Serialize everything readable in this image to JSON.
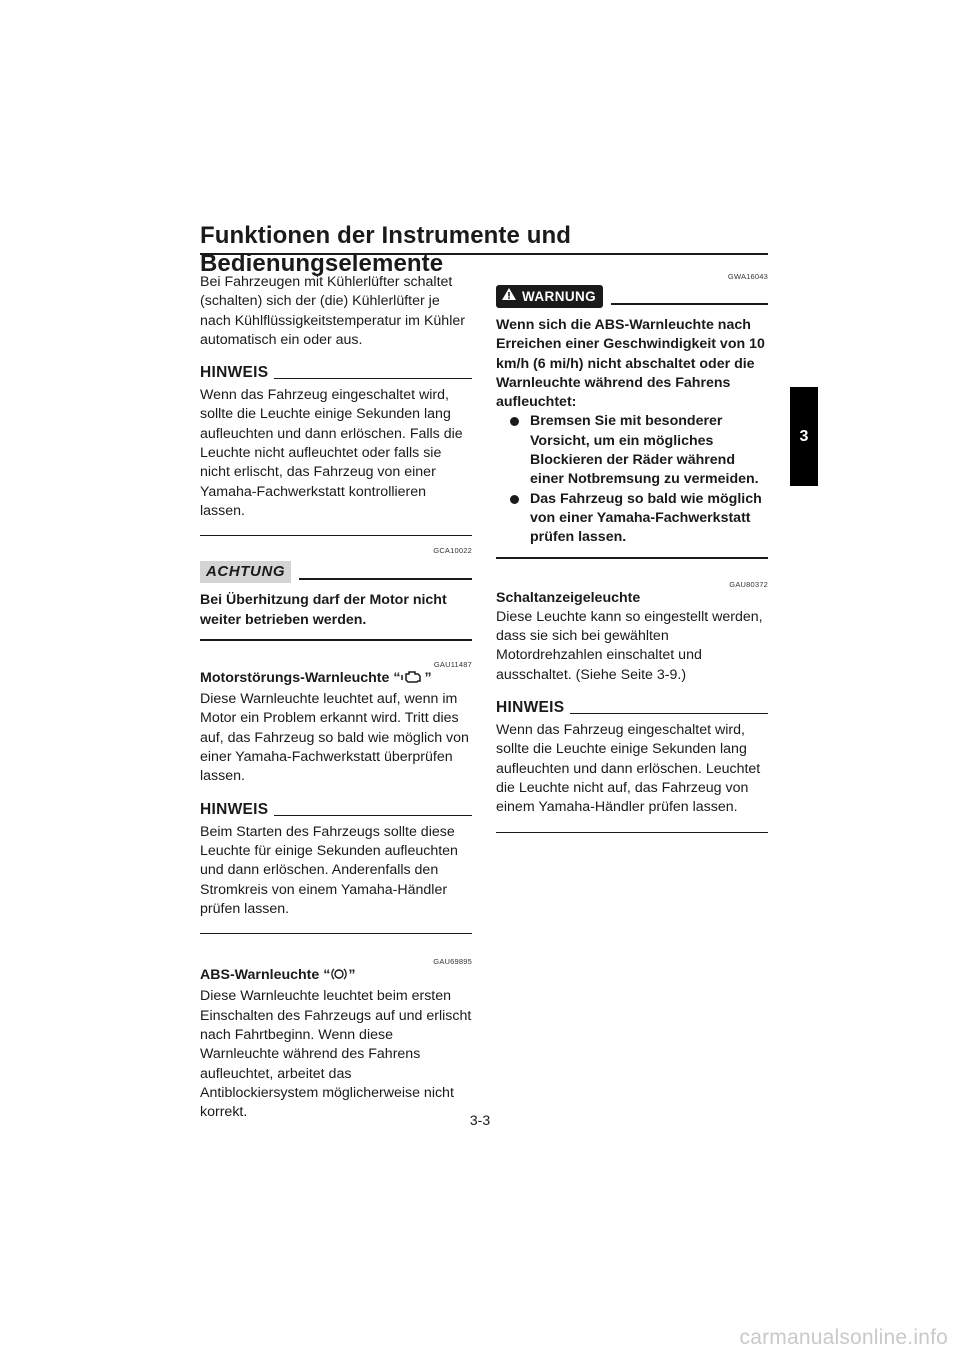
{
  "header": {
    "title": "Funktionen der Instrumente und Bedienungselemente"
  },
  "chapter_tab": "3",
  "left": {
    "intro": "Bei Fahrzeugen mit Kühlerlüfter schaltet (schalten) sich der (die) Kühlerlüfter je nach Kühlflüssigkeitstemperatur im Kühler automatisch ein oder aus.",
    "note1": {
      "label": "HINWEIS",
      "text": "Wenn das Fahrzeug eingeschaltet wird, sollte die Leuchte einige Sekunden lang aufleuchten und dann erlöschen. Falls die Leuchte nicht aufleuchtet oder falls sie nicht erlischt, das Fahrzeug von einer Yamaha-Fachwerkstatt kontrollieren lassen."
    },
    "caution": {
      "code": "GCA10022",
      "label": "ACHTUNG",
      "text": "Bei Überhitzung darf der Motor nicht weiter betrieben werden."
    },
    "engine": {
      "code": "GAU11487",
      "heading_prefix": "Motorstörungs-Warnleuchte “",
      "heading_suffix": "”",
      "icon": "engine-icon",
      "text": "Diese Warnleuchte leuchtet auf, wenn im Motor ein Problem erkannt wird. Tritt dies auf, das Fahrzeug so bald wie möglich von einer Yamaha-Fachwerkstatt überprüfen lassen."
    },
    "note2": {
      "label": "HINWEIS",
      "text": "Beim Starten des Fahrzeugs sollte diese Leuchte für einige Sekunden aufleuchten und dann erlöschen. Anderenfalls den Stromkreis von einem Yamaha-Händler prüfen lassen."
    },
    "abs": {
      "code": "GAU69895",
      "heading_prefix": "ABS-Warnleuchte “",
      "heading_suffix": "”",
      "icon": "abs-icon",
      "text": "Diese Warnleuchte leuchtet beim ersten Einschalten des Fahrzeugs auf und erlischt nach Fahrtbeginn. Wenn diese Warnleuchte während des Fahrens aufleuchtet, arbeitet das Antiblockiersystem möglicherweise nicht korrekt."
    }
  },
  "right": {
    "warning": {
      "code": "GWA16043",
      "label": "WARNUNG",
      "icon": "warning-triangle-icon",
      "text": "Wenn sich die ABS-Warnleuchte nach Erreichen einer Geschwindigkeit von 10 km/h (6 mi/h) nicht abschaltet oder die Warnleuchte während des Fahrens aufleuchtet:",
      "bullets": [
        "Bremsen Sie mit besonderer Vorsicht, um ein mögliches Blockieren der Räder während einer Notbremsung zu vermeiden.",
        "Das Fahrzeug so bald wie möglich von einer Yamaha-Fachwerkstatt prüfen lassen."
      ]
    },
    "shift": {
      "code": "GAU80372",
      "heading": "Schaltanzeigeleuchte",
      "text": "Diese Leuchte kann so eingestellt werden, dass sie sich bei gewählten Motordrehzahlen einschaltet und ausschaltet. (Siehe Seite 3-9.)"
    },
    "note3": {
      "label": "HINWEIS",
      "text": "Wenn das Fahrzeug eingeschaltet wird, sollte die Leuchte einige Sekunden lang aufleuchten und dann erlöschen. Leuchtet die Leuchte nicht auf, das Fahrzeug von einem Yamaha-Händler prüfen lassen."
    }
  },
  "footer": {
    "page_number": "3-3",
    "watermark": "carmanualsonline.info"
  }
}
